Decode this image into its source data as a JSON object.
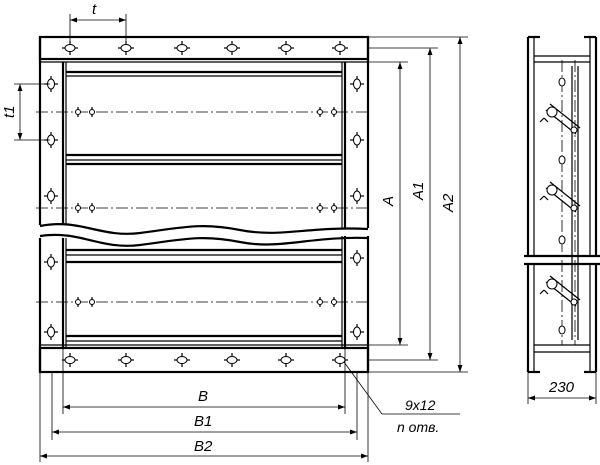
{
  "dimensions": {
    "t": "t",
    "t1": "t1",
    "A": "A",
    "A1": "A1",
    "A2": "A2",
    "B": "B",
    "B1": "B1",
    "B2": "B2",
    "side_width": "230"
  },
  "hole_note": {
    "size": "9x12",
    "count": "n отв."
  }
}
